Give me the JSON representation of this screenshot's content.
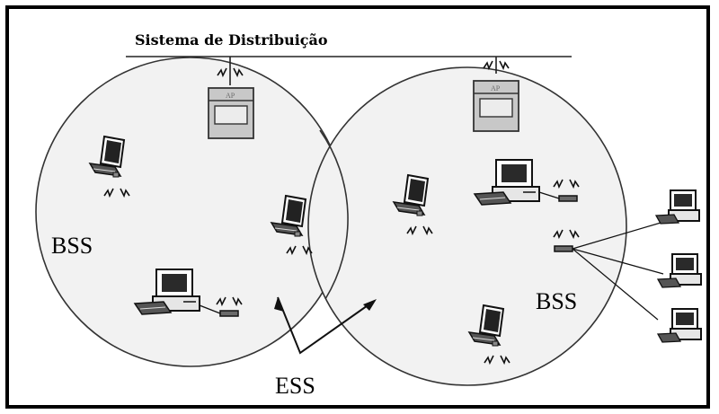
{
  "diagram": {
    "title": "Sistema de Distribuição",
    "bss_left_label": "BSS",
    "bss_right_label": "BSS",
    "ess_label": "ESS",
    "ap_label": "AP"
  },
  "colors": {
    "ap_fill": "#c8c8c8",
    "circle_fill": "#f2f2f2",
    "outline": "#333333"
  },
  "icons": [
    "access-point-icon",
    "laptop-icon",
    "desktop-computer-icon",
    "wireless-adapter-icon",
    "wireless-signal-icon"
  ]
}
